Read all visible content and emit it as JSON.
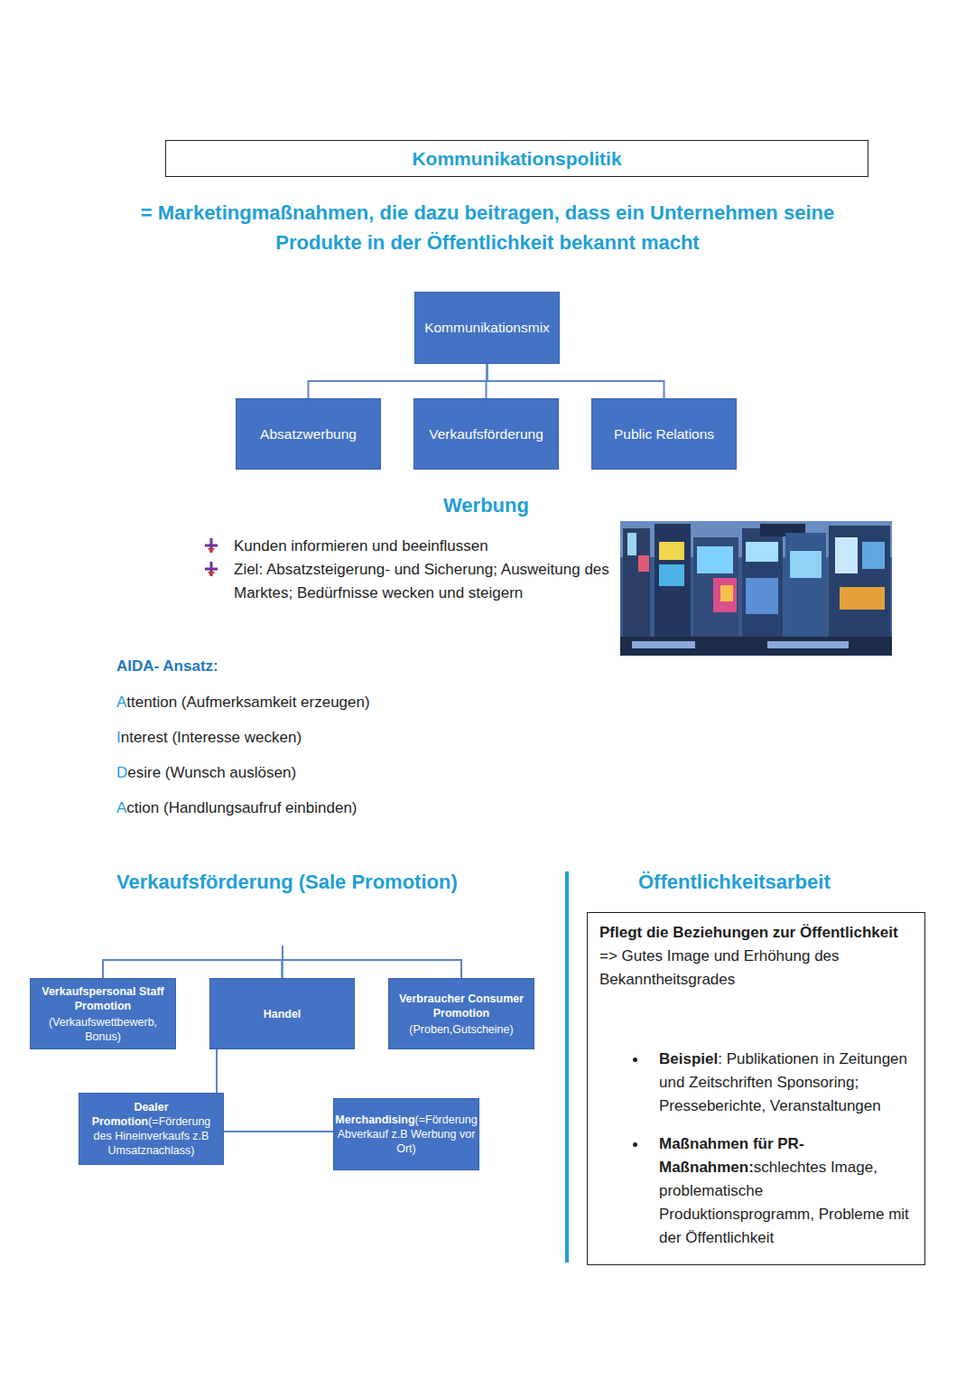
{
  "diagram": {
    "title": "Kommunikationspolitik",
    "nodes": [
      {
        "text": [
          "Kommunikationsmix"
        ]
      },
      {
        "text": [
          "Absatzwerbung"
        ]
      },
      {
        "text": [
          "Verkaufsförderung"
        ]
      },
      {
        "text": [
          "Public Relations"
        ]
      },
      {
        "text": [
          "Verkaufspersonal Staff Promotion",
          "(Verkaufswettbewerb, Bonus)"
        ]
      },
      {
        "text": [
          "Handel"
        ]
      },
      {
        "text": [
          "Verbraucher Consumer Promotion",
          "(Proben,Gutscheine)"
        ]
      },
      {
        "text": [
          "Dealer Promotion",
          "(=Förderung des Hineinverkaufs z.B Umsatznachlass)"
        ]
      },
      {
        "text": [
          "Merchandising",
          "(=Förderung Abverkauf z.B Werbung vor Ort)"
        ]
      },
      {
        "text": [
          "Pflegt die Beziehungen zur Öffentlichkeit",
          "=> Gutes Image und Erhöhung des Bekanntheitsgrades",
          "Beispiel",
          ": Publikationen in Zeitungen und Zeitschriften Sponsoring; Presseberichte, Veranstaltungen",
          "Maßnahmen für PR-Maßnahmen:",
          "schlechtes Image, problematische Produktionsprogramm, Probleme mit der Öffentlichkeit"
        ]
      }
    ],
    "edges": [
      {
        "from": 0,
        "to": 1,
        "arrow": "none"
      },
      {
        "from": 0,
        "to": 2,
        "arrow": "none"
      },
      {
        "from": 0,
        "to": 3,
        "arrow": "none"
      },
      {
        "from": 5,
        "to": 4,
        "arrow": "none"
      },
      {
        "from": 5,
        "to": 6,
        "arrow": "none"
      },
      {
        "from": 5,
        "to": 7,
        "arrow": "none"
      },
      {
        "from": 7,
        "to": 8,
        "arrow": "none"
      }
    ],
    "labels": [
      "= Marketingmaßnahmen, die dazu beitragen, dass ein Unternehmen seine Produkte in der Öffentlichkeit bekannt macht",
      "Werbung",
      "Kunden informieren und beeinflussen",
      "Ziel: Absatzsteigerung- und Sicherung; Ausweitung des Marktes; Bedürfnisse wecken und steigern",
      "AIDA- Ansatz:",
      "Attention (Aufmerksamkeit erzeugen)",
      "Interest (Interesse wecken)",
      "Desire (Wunsch auslösen)",
      "Action (Handlungsaufruf einbinden)",
      "Verkaufsförderung (Sale Promotion)",
      "Öffentlichkeitsarbeit"
    ]
  }
}
